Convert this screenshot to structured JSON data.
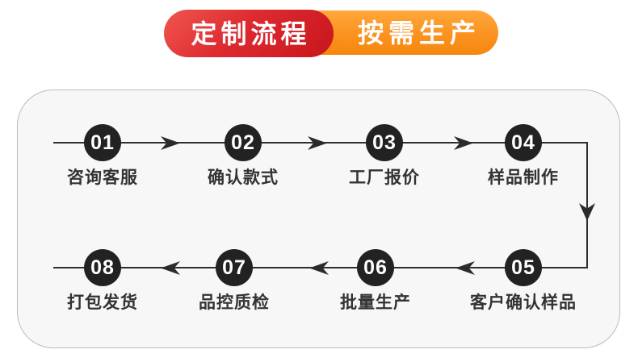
{
  "banner": {
    "left_tab_label": "定制流程",
    "right_tab_label": "按需生产",
    "red_color": "#d6222a",
    "orange_color": "#fb9220",
    "text_color": "#ffffff"
  },
  "flow_card": {
    "card_background": "#f7f7f7",
    "card_border": "#bcbcbc",
    "node_color": "#222222",
    "line_color": "#2e2e2e",
    "label_color": "#333333",
    "steps": [
      {
        "num": "01",
        "label": "咨询客服"
      },
      {
        "num": "02",
        "label": "确认款式"
      },
      {
        "num": "03",
        "label": "工厂报价"
      },
      {
        "num": "04",
        "label": "样品制作"
      },
      {
        "num": "05",
        "label": "客户确认样品"
      },
      {
        "num": "06",
        "label": "批量生产"
      },
      {
        "num": "07",
        "label": "品控质检"
      },
      {
        "num": "08",
        "label": "打包发货"
      }
    ]
  }
}
